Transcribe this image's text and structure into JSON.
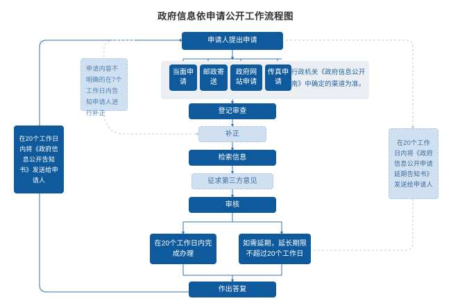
{
  "diagram": {
    "title": "政府信息依申请公开工作流程图",
    "colors": {
      "primary": "#0f5a9c",
      "soft_fill": "#cfe0f0",
      "soft_text": "#40699b",
      "panel_fill": "#ebeff3",
      "connector": "#2f6faa",
      "dashed_connector": "#b9c9d8",
      "title_text": "#333333"
    },
    "start": {
      "label": "申请人提出申请"
    },
    "channels": [
      {
        "label": "当面申请"
      },
      {
        "label": "邮政寄送"
      },
      {
        "label": "政府网站申请"
      },
      {
        "label": "传真申请"
      }
    ],
    "channel_note": "以行政机关《政府信息公开指南》中确定的渠道为准。",
    "correction_note": "申请内容不明确的在7个工作日内告知申请人进行补正",
    "steps": [
      {
        "label": "登记审查",
        "style": "solid"
      },
      {
        "label": "补正",
        "style": "soft"
      },
      {
        "label": "检索信息",
        "style": "solid"
      },
      {
        "label": "征求第三方意见",
        "style": "soft"
      },
      {
        "label": "审核",
        "style": "solid"
      }
    ],
    "branches": [
      {
        "label": "在20个工作日内完成办理",
        "style": "solid"
      },
      {
        "label": "如需延期，延长期限不超过20个工作日",
        "style": "solid"
      }
    ],
    "end": {
      "label": "作出答复"
    },
    "side_left": {
      "label": "在20个工作日内将《政府信息公开告知书》发送给申请人"
    },
    "side_right": {
      "label": "在20个工作日内将《政府信息公开申请延期告知书》发送给申请人"
    }
  }
}
